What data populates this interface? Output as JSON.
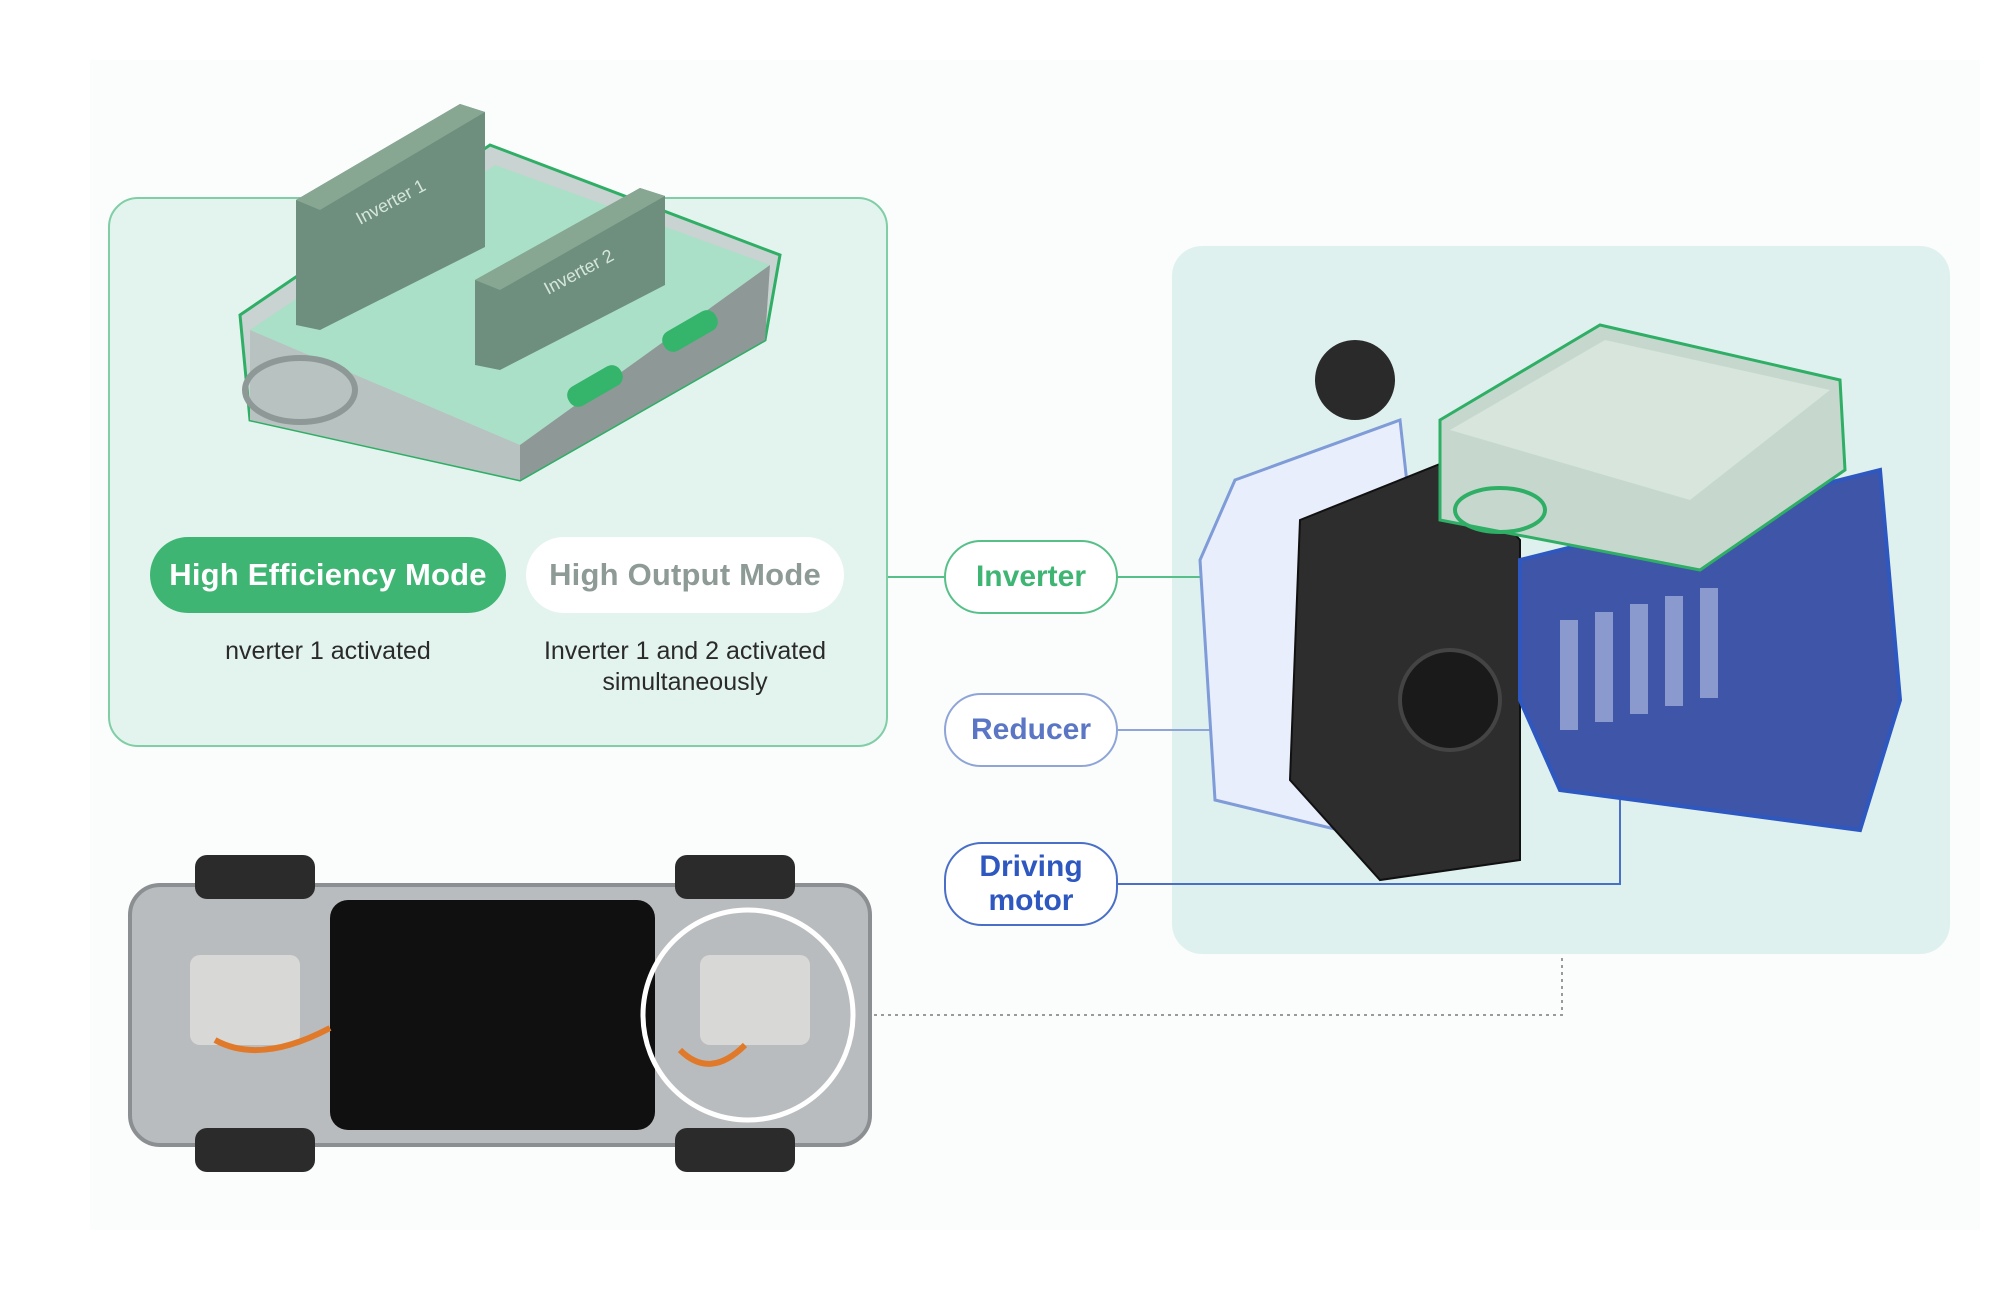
{
  "modes": {
    "high_efficiency": {
      "label": "High Efficiency Mode",
      "description": "nverter 1 activated"
    },
    "high_output": {
      "label": "High Output Mode",
      "description_line1": "Inverter 1 and 2 activated",
      "description_line2": "simultaneously"
    }
  },
  "inverter_illustration": {
    "block_1_label": "Inverter 1",
    "block_2_label": "Inverter 2"
  },
  "component_labels": {
    "inverter": "Inverter",
    "reducer": "Reducer",
    "driving_motor_line1": "Driving",
    "driving_motor_line2": "motor"
  },
  "colors": {
    "inverter_green": "#3fb574",
    "reducer_blue": "#8fa5d8",
    "motor_blue": "#2e58c0",
    "panel_mint": "#e3f4ef"
  }
}
